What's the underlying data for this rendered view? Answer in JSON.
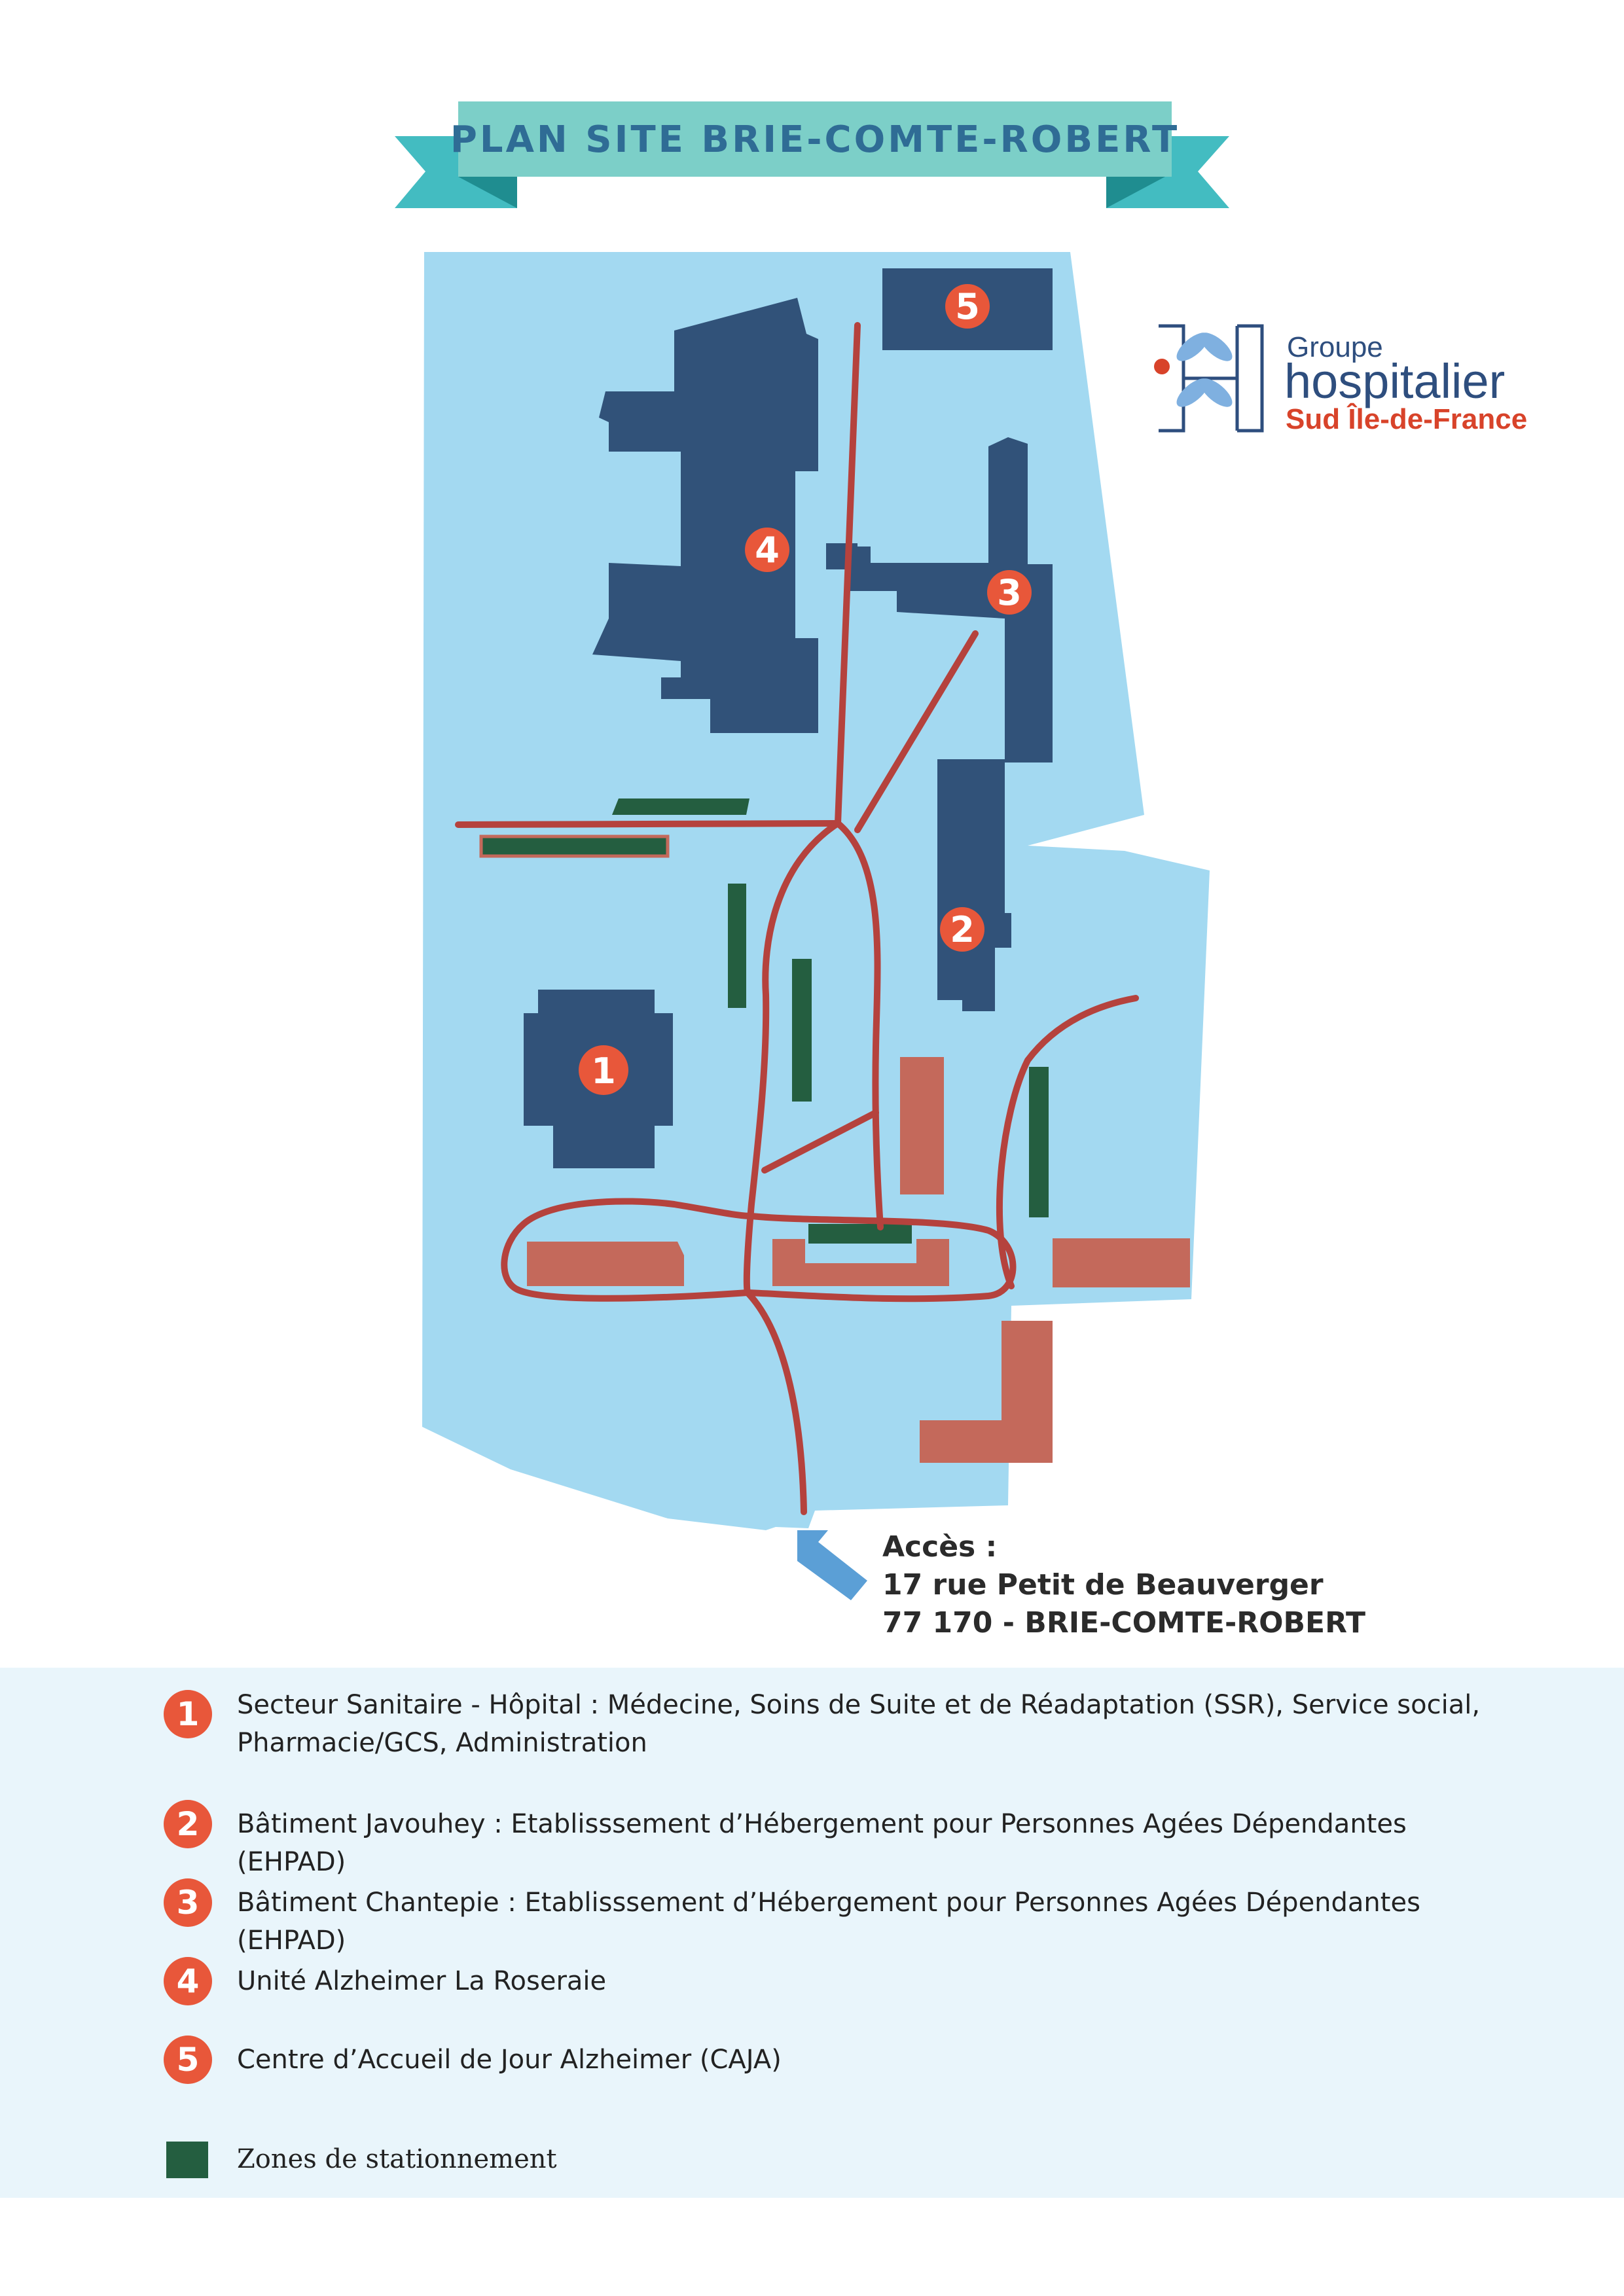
{
  "title": "PLAN SITE BRIE-COMTE-ROBERT",
  "logo": {
    "line1": "Groupe",
    "line2": "hospitalier",
    "line3": "Sud Île-de-France"
  },
  "map_markers": [
    "1",
    "2",
    "3",
    "4",
    "5"
  ],
  "access": {
    "line1": "Accès :",
    "line2": "17 rue Petit de Beauverger",
    "line3": "77 170 - BRIE-COMTE-ROBERT"
  },
  "legend": {
    "items": [
      {
        "number": "1",
        "text": "Secteur Sanitaire - Hôpital : Médecine, Soins de Suite et de Réadaptation (SSR), Service social, Pharmacie/GCS, Administration"
      },
      {
        "number": "2",
        "text": "Bâtiment Javouhey : Etablisssement d’Hébergement pour Personnes Agées Dépendantes (EHPAD)"
      },
      {
        "number": "3",
        "text": "Bâtiment Chantepie : Etablisssement d’Hébergement pour Personnes Agées Dépendantes (EHPAD)"
      },
      {
        "number": "4",
        "text": "Unité Alzheimer La Roseraie"
      },
      {
        "number": "5",
        "text": "Centre d’Accueil de Jour Alzheimer (CAJA)"
      }
    ],
    "parking_label": "Zones de stationnement"
  },
  "colors": {
    "site_background": "#a3d9f1",
    "building": "#315279",
    "other_building": "#c4695b",
    "parking": "#245e40",
    "road": "#b5423d",
    "marker": "#e8573a",
    "banner": "#7ccfc8",
    "banner_tail": "#43bcc1",
    "access_arrow": "#5b9fd6",
    "legend_band": "#e9f5fb"
  },
  "icons": [
    "leaf-logo-icon",
    "access-arrow-icon"
  ]
}
